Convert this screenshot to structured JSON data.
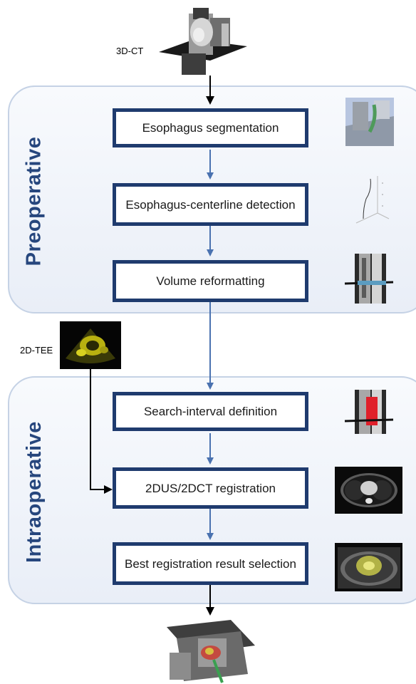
{
  "inputs": {
    "ct_label": "3D-CT",
    "tee_label": "2D-TEE"
  },
  "phases": {
    "preoperative": "Preoperative",
    "intraoperative": "Intraoperative"
  },
  "steps": {
    "esophagus_segmentation": "Esophagus segmentation",
    "centerline_detection": "Esophagus-centerline detection",
    "volume_reformatting": "Volume reformatting",
    "search_interval": "Search-interval definition",
    "registration": "2DUS/2DCT registration",
    "best_result": "Best registration result selection"
  },
  "colors": {
    "box_border": "#1f3b6e",
    "arrow_blue": "#4a72b0",
    "phase_text": "#26467d",
    "phase_border": "#c5d2e5"
  }
}
